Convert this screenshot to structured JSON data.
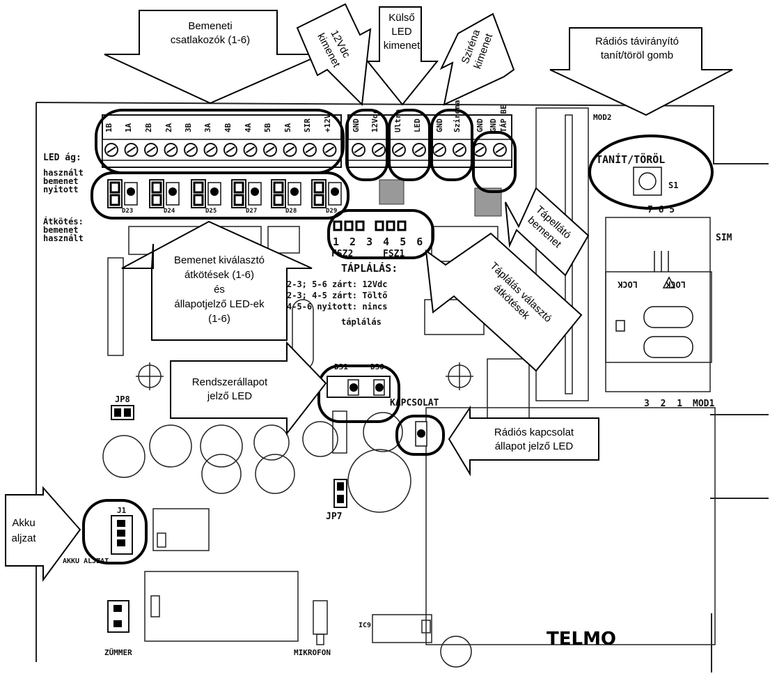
{
  "board": {
    "led_ag": "LED ág:",
    "led_hasznalt": "használt",
    "led_bemenet": "bemenet",
    "led_nyitott": "nyitott",
    "atkotes": "Átkötés:",
    "atkotes_bemenet": "bemenet",
    "atkotes_hasznalt": "használt",
    "terminals": [
      "1B",
      "1A",
      "2B",
      "2A",
      "3B",
      "3A",
      "4B",
      "4A",
      "5B",
      "5A",
      "SIR",
      "+12V",
      "GND",
      "12Vdc",
      "Ultra",
      "LED",
      "GND",
      "Sziréna",
      "GND",
      "GND",
      "TÁP BE"
    ],
    "tap_header": "TÁPLÁLÁS:",
    "tap_line1": "2-3; 5-6 zárt: 12Vdc",
    "tap_line2": "2-3; 4-5 zárt: Töltő",
    "tap_line3": "4-5-6 nyitott: nincs",
    "tap_line4": "táplálás",
    "fsz2": "FSZ2",
    "fsz1": "FSZ1",
    "fsz_nums": "1 2 3 4 5 6",
    "kapcsolat": "KAPCSOLAT",
    "tanit_torol": "TANÍT/TÖRÖL",
    "s1": "S1",
    "sim": "SIM",
    "lock_a": "LOCK",
    "lock_b": "LOCK",
    "mod_nums_top": "7 6 5",
    "mod_nums_bottom": "3 2 1",
    "mod1": "MOD1",
    "mod2": "MOD2",
    "jp8": "JP8",
    "jp7": "JP7",
    "j1": "J1",
    "aljzat": "AKKU ALJZAT",
    "zummer": "ZÜMMER",
    "mikrofon": "MIKROFON",
    "ic": "IC9",
    "led_labels": [
      "D23",
      "D24",
      "D25",
      "D27",
      "D28",
      "D29"
    ],
    "d31": "D31",
    "d30": "D30",
    "telmo_logo": "TELMO"
  },
  "callouts": {
    "bemeneti": "Bemeneti\ncsatlakozók (1-6)",
    "kimenet12": "12Vdc\nkimenet",
    "kulso_led": "Külső\nLED\nkimenet",
    "szirena": "Sziréna\nkimenet",
    "radios_taviranyito": "Rádiós távirányító\ntanít/töröl gomb",
    "tapellato": "Tápellátó\nbemenet",
    "bemenet_kivalaszto": "Bemenet kiválasztó\nátkötések (1-6)\nés\nállapotjelző LED-ek\n(1-6)",
    "taplalas_valaszto": "Táplálás választó\nátkötések",
    "rendszerallapot": "Rendszerállapot\njelző LED",
    "radios_kapcsolat": "Rádiós kapcsolat\nállapot jelző LED",
    "akku": "Akku\naljzat"
  }
}
